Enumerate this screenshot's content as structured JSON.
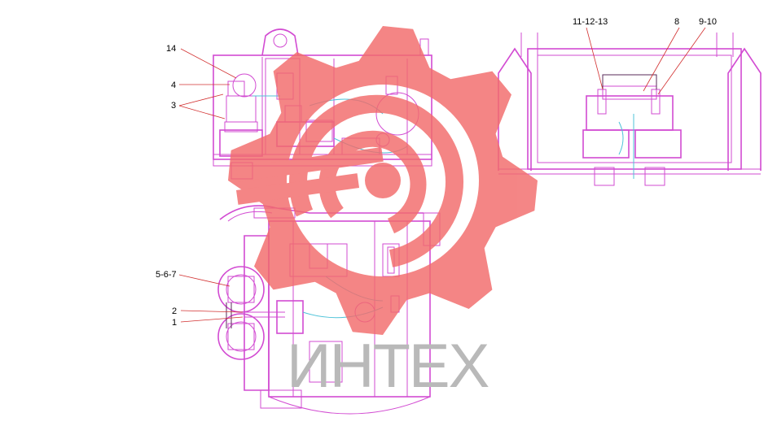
{
  "callouts": {
    "c14": "14",
    "c4": "4",
    "c3": "3",
    "c11_12_13": "11-12-13",
    "c8": "8",
    "c9_10": "9-10",
    "c5_6_7": "5-6-7",
    "c2": "2",
    "c1": "1"
  },
  "watermark": {
    "text": "ИНТЕХ",
    "gear_color": "#f26b6b",
    "text_color": "#b9b9b9"
  },
  "colors": {
    "drawing_lines": "#d24bd2",
    "hose_lines": "#4fc3d9",
    "leader_lines": "#d23030"
  }
}
